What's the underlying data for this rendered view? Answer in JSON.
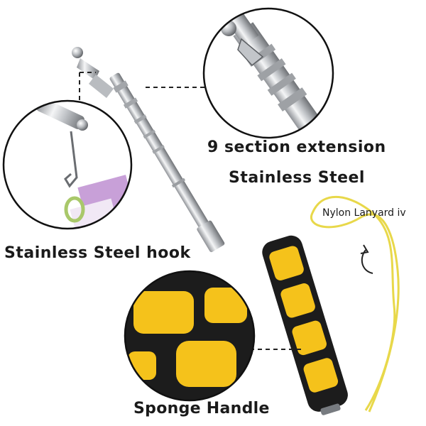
{
  "labels": {
    "extension": "9 section extension",
    "material": "Stainless Steel",
    "hook": "Stainless Steel hook",
    "lanyard": "Nylon Lanyard iv",
    "handle": "Sponge Handle"
  },
  "colors": {
    "foam_black": "#1c1c1c",
    "foam_yellow": "#f5c21b",
    "steel": "#c9ccd0",
    "lanyard": "#e8d84a",
    "dashed_line": "#222222"
  }
}
